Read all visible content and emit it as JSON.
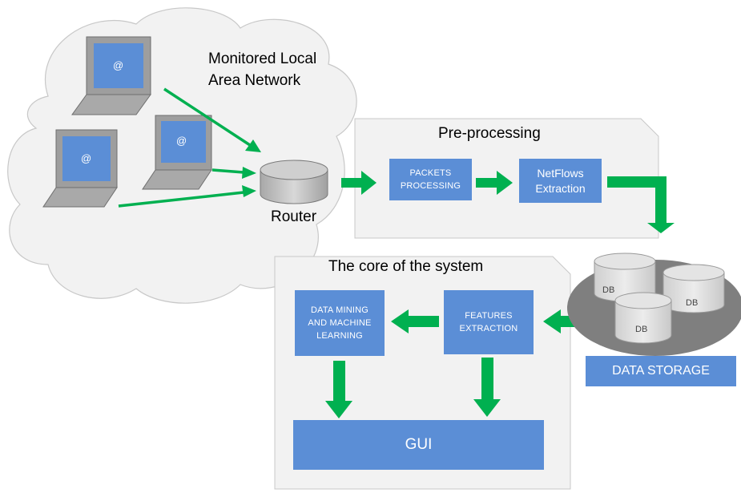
{
  "lan": {
    "title_line1": "Monitored Local",
    "title_line2": "Area Network",
    "laptop_symbol": "@"
  },
  "router": {
    "label": "Router"
  },
  "preprocessing": {
    "title": "Pre-processing",
    "packets_line1": "PACKETS",
    "packets_line2": "PROCESSING",
    "netflows_line1": "NetFlows",
    "netflows_line2": "Extraction"
  },
  "storage": {
    "db_label": "DB",
    "label": "DATA STORAGE"
  },
  "core": {
    "title": "The core of the system",
    "mining_line1": "DATA MINING",
    "mining_line2": "AND MACHINE",
    "mining_line3": "LEARNING",
    "features_line1": "FEATURES",
    "features_line2": "EXTRACTION",
    "gui": "GUI"
  },
  "colors": {
    "arrow_green": "#00B050",
    "box_blue": "#5B8ED6",
    "panel_gray": "#F2F2F2",
    "cloud_gray": "#F2F2F2"
  }
}
